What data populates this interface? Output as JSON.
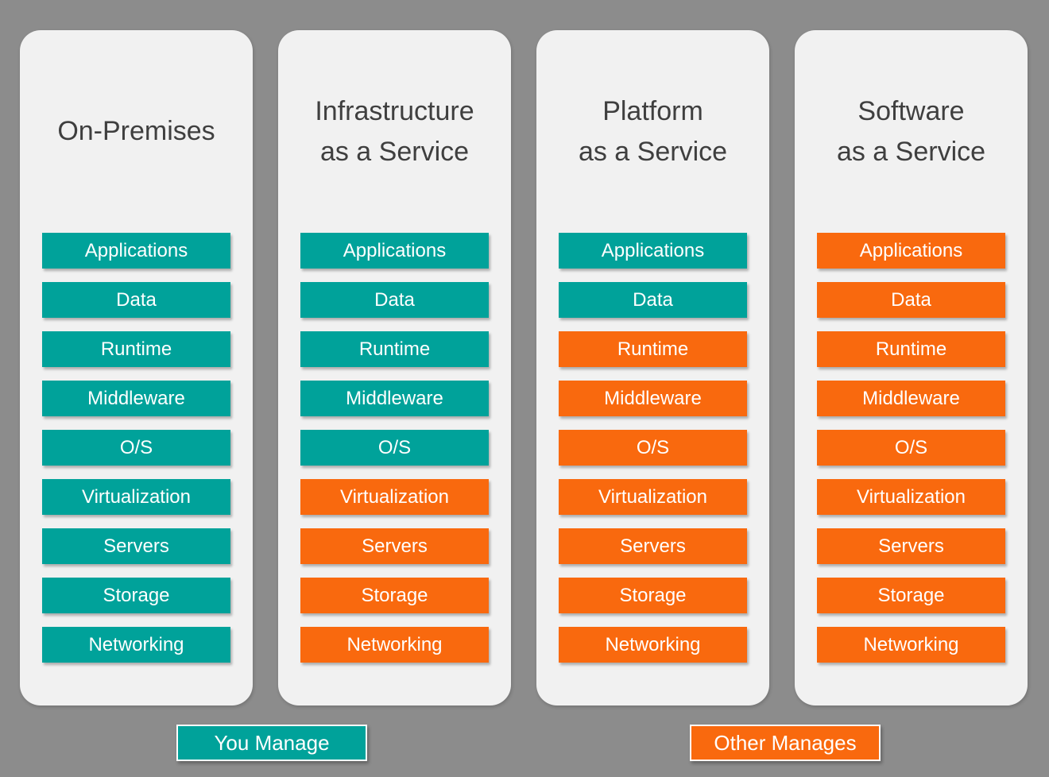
{
  "colors": {
    "background": "#8C8C8C",
    "card": "#F1F1F1",
    "teal": "#00A29A",
    "orange": "#F9690E",
    "title_text": "#3F3F3F",
    "bar_text": "#FFFFFF"
  },
  "layers": [
    "Applications",
    "Data",
    "Runtime",
    "Middleware",
    "O/S",
    "Virtualization",
    "Servers",
    "Storage",
    "Networking"
  ],
  "columns": [
    {
      "id": "on-premises",
      "title_lines": [
        "On-Premises"
      ],
      "you_manage_count": 9
    },
    {
      "id": "iaas",
      "title_lines": [
        "Infrastructure",
        "as a Service"
      ],
      "you_manage_count": 5
    },
    {
      "id": "paas",
      "title_lines": [
        "Platform",
        "as a Service"
      ],
      "you_manage_count": 2
    },
    {
      "id": "saas",
      "title_lines": [
        "Software",
        "as a Service"
      ],
      "you_manage_count": 0
    }
  ],
  "legend": [
    {
      "id": "you-manage",
      "label": "You Manage",
      "color_key": "teal"
    },
    {
      "id": "other-manages",
      "label": "Other Manages",
      "color_key": "orange"
    }
  ]
}
